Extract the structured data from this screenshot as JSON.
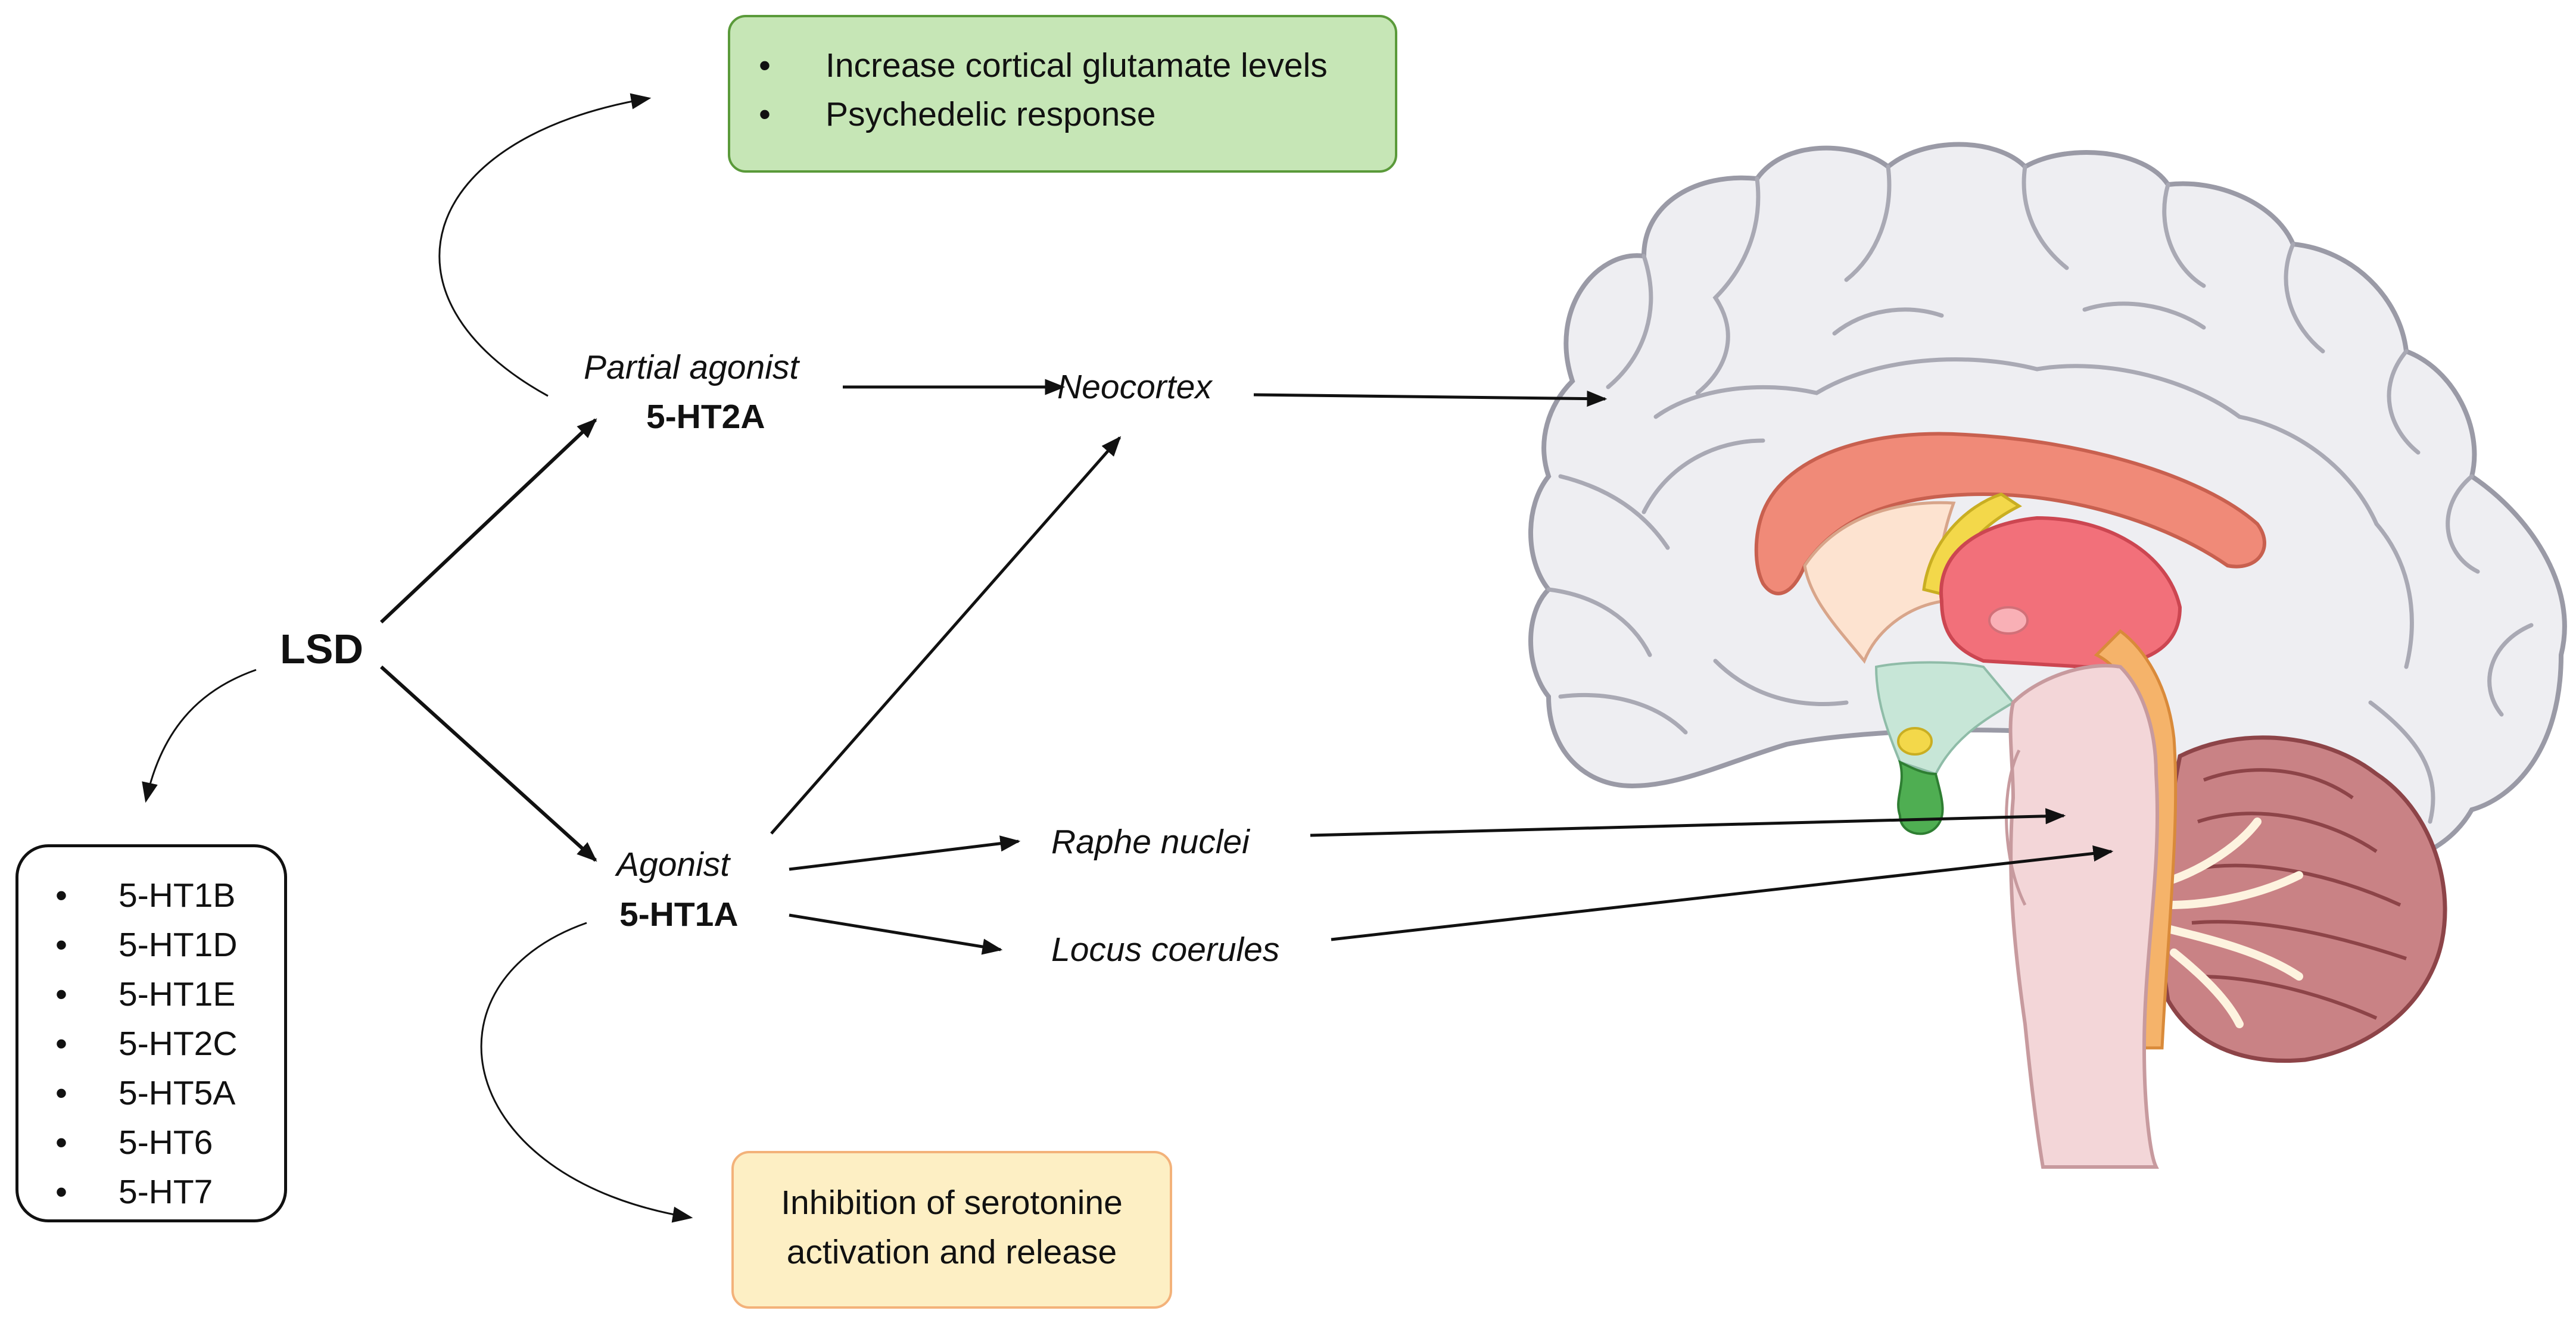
{
  "center": {
    "label": "LSD"
  },
  "ht2a": {
    "role": "Partial agonist",
    "receptor": "5-HT2A"
  },
  "ht1a": {
    "role": "Agonist",
    "receptor": "5-HT1A"
  },
  "targets": {
    "neocortex": "Neocortex",
    "raphe": "Raphe nuclei",
    "locus": "Locus coerules"
  },
  "effects_2a": [
    "Increase cortical glutamate levels",
    "Psychedelic response"
  ],
  "effect_1a": [
    "Inhibition of serotonine",
    "activation and release"
  ],
  "other_receptors": [
    "5-HT1B",
    "5-HT1D",
    "5-HT1E",
    "5-HT2C",
    "5-HT5A",
    "5-HT6",
    "5-HT7"
  ],
  "colors": {
    "green_box_fill": "#c6e6b6",
    "green_box_border": "#5a9a3a",
    "orange_box_fill": "#fdefc4",
    "orange_box_border": "#f3b27a",
    "brain_cortex": "#eeeef2",
    "corpus_callosum": "#f08a78",
    "thalamus": "#f2707a",
    "brainstem": "#f3d6d8",
    "cerebellum": "#c98285"
  }
}
